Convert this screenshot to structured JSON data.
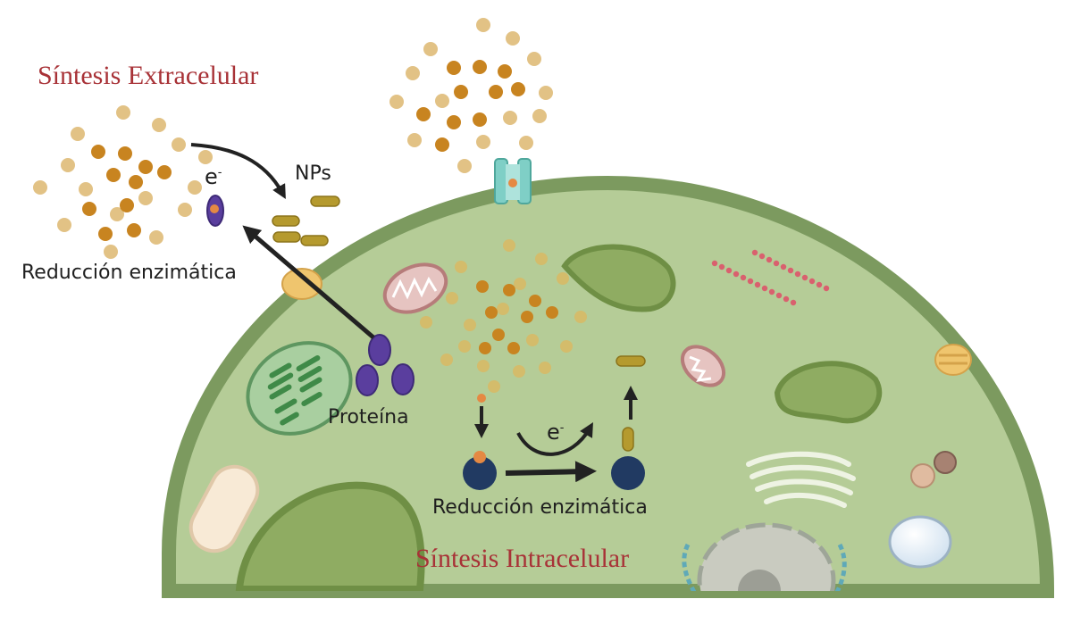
{
  "labels": {
    "extracellular_title": "Síntesis Extracelular",
    "intracellular_title": "Síntesis Intracelular",
    "enzymatic_reduction_outside": "Reducción enzimática",
    "enzymatic_reduction_inside": "Reducción enzimática",
    "protein": "Proteína",
    "nps": "NPs",
    "electron_outside": "e",
    "electron_outside_sup": "-",
    "electron_inside": "e",
    "electron_inside_sup": "-"
  },
  "colors": {
    "title": "#a83237",
    "cytoplasm": "#b5cc97",
    "cell_wall": "#7c9a5f",
    "ion_dark": "#c88420",
    "ion_light": "#e2c285",
    "nanoparticle": "#b59a2e",
    "protein": "#5a3e9e",
    "enzyme": "#213a62",
    "arrow": "#222222"
  }
}
